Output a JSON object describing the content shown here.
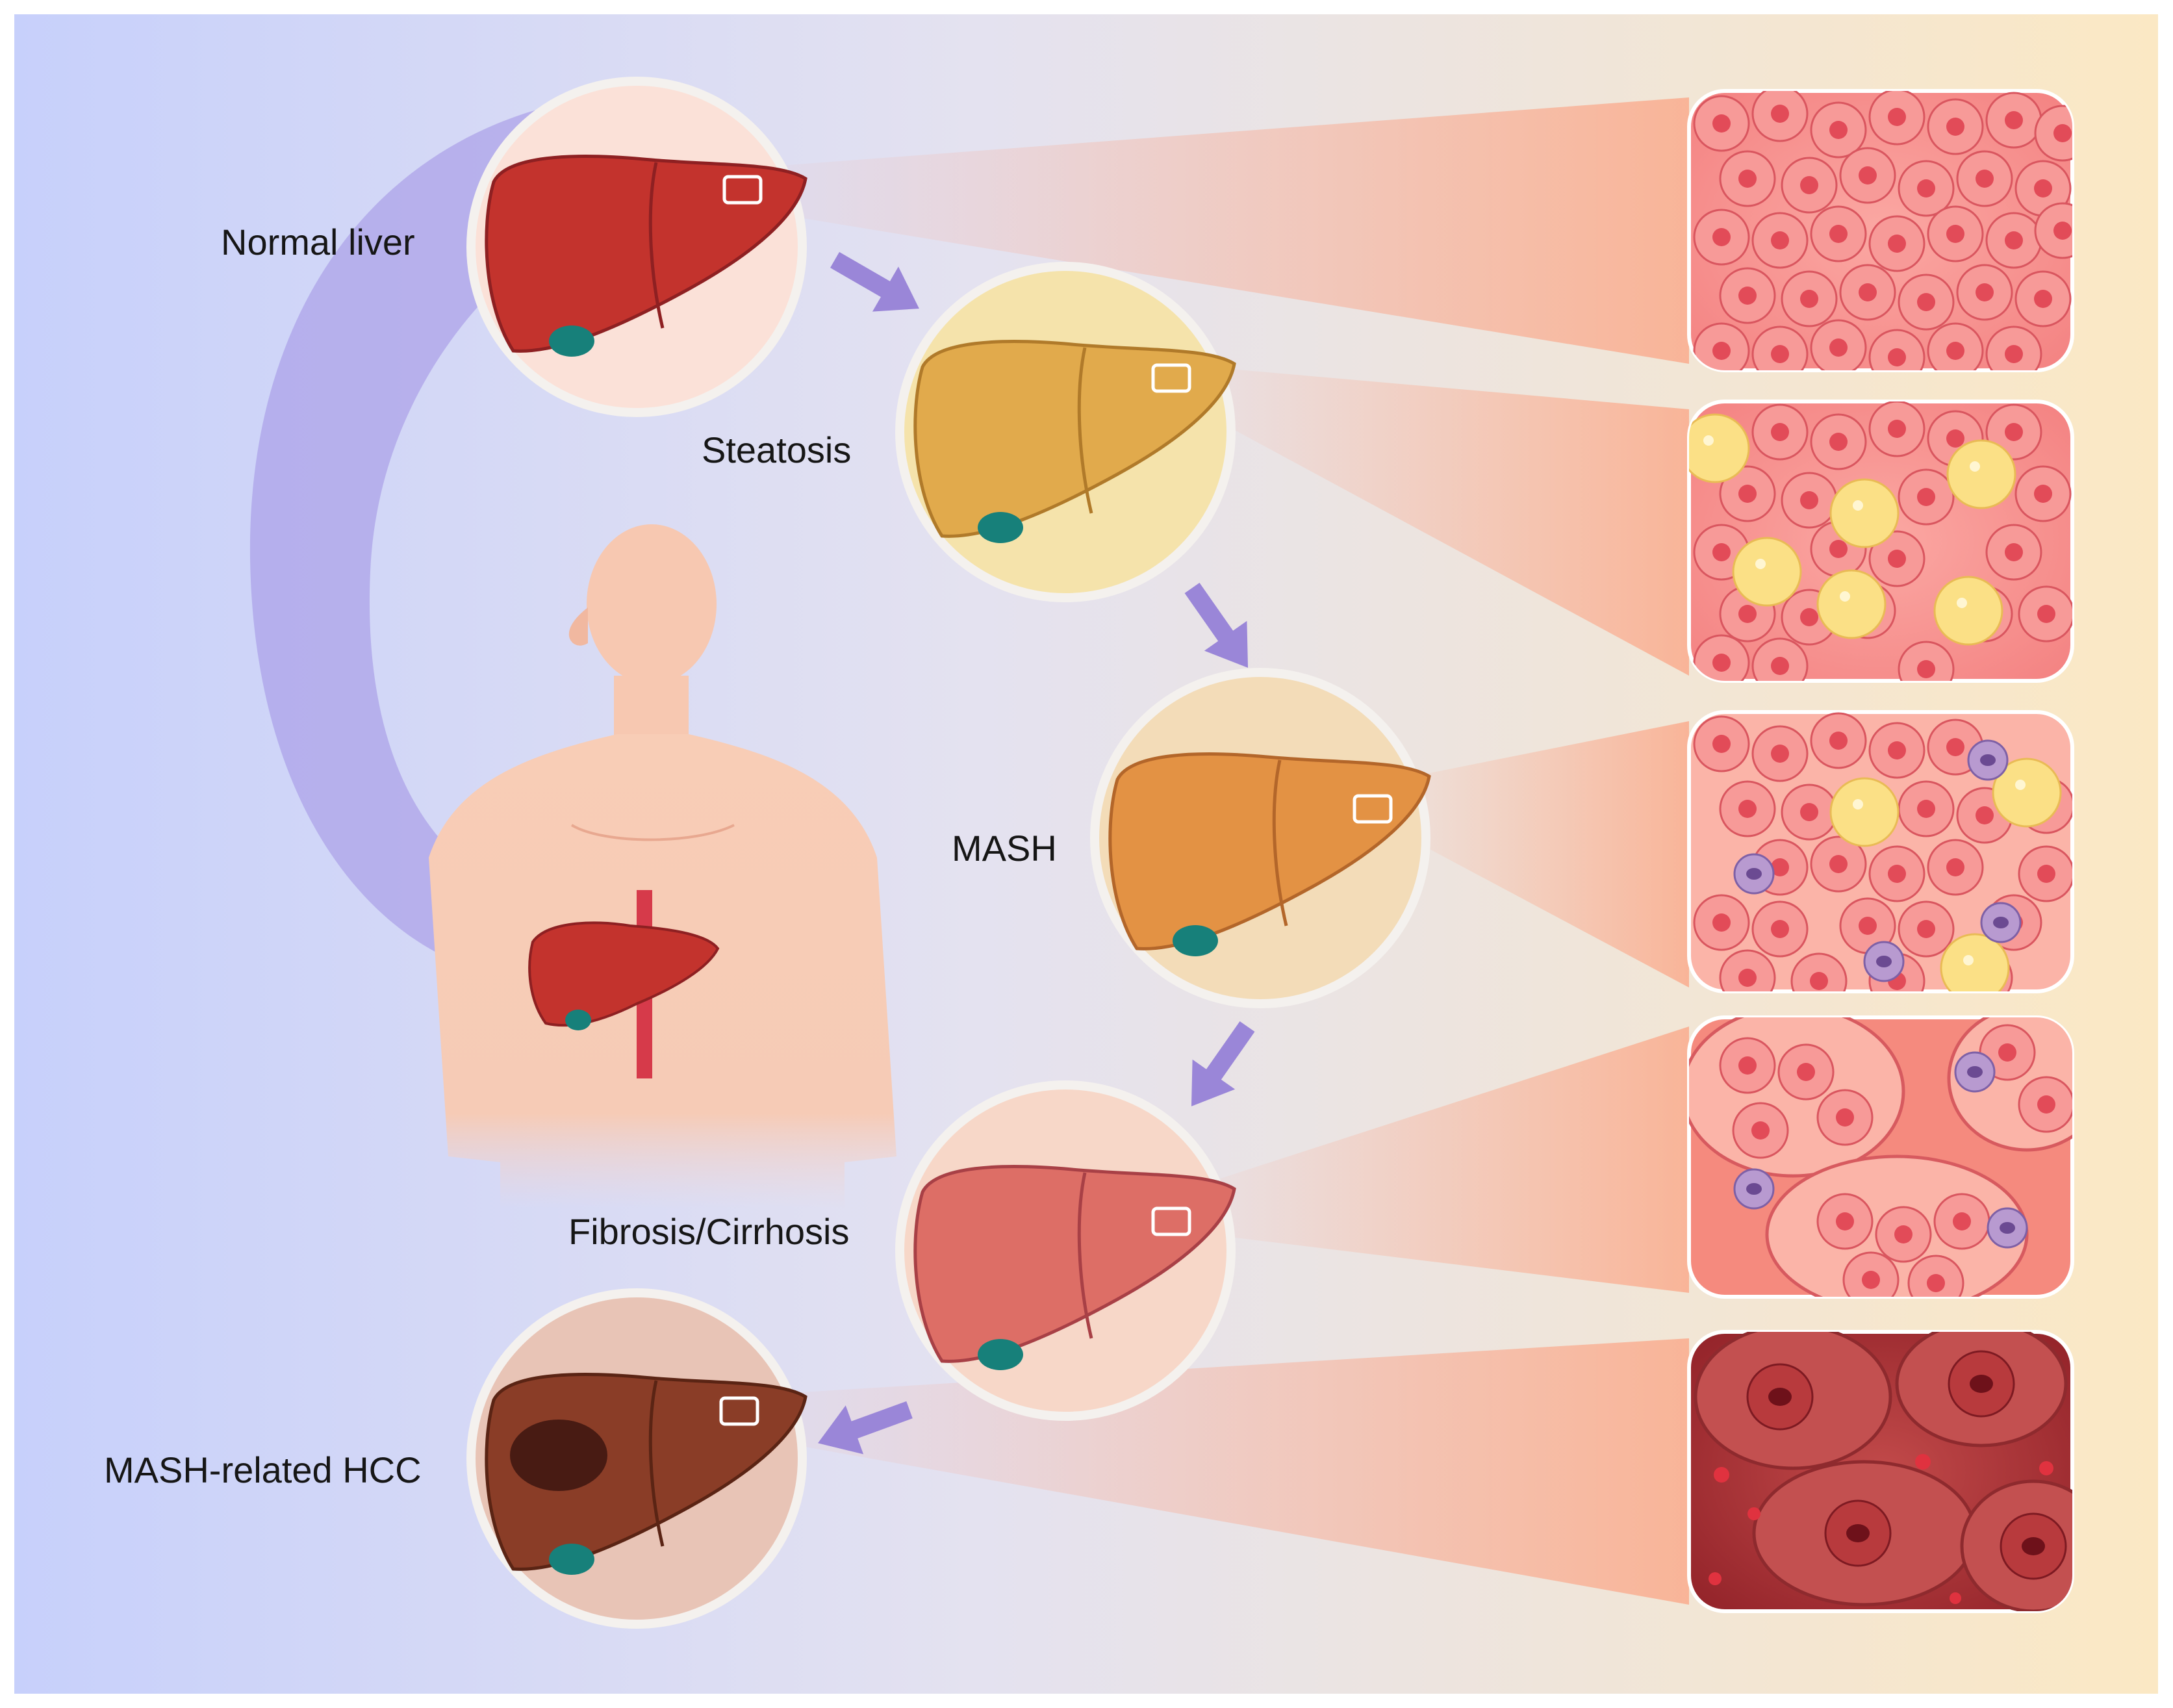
{
  "stages": [
    {
      "id": "normal",
      "label": "Normal liver"
    },
    {
      "id": "steatosis",
      "label": "Steatosis"
    },
    {
      "id": "mash",
      "label": "MASH"
    },
    {
      "id": "fibrosis",
      "label": "Fibrosis/Cirrhosis"
    },
    {
      "id": "hcc",
      "label": "MASH-related HCC"
    }
  ],
  "colors": {
    "background_left": "#c9d2fb",
    "background_right": "#fbe7c3",
    "arrow": "#9a86d8",
    "normal_liver": "#c3332d",
    "steatosis_liver": "#e1aa4c",
    "mash_liver": "#e39244",
    "fibrosis_liver": "#dd6e66",
    "hcc_liver": "#8a3d27",
    "gallbladder": "#17807a",
    "skin": "#f7cbb5"
  }
}
